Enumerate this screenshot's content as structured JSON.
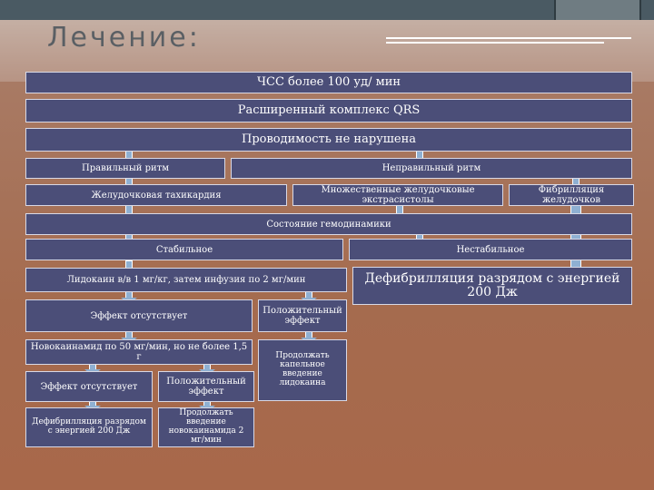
{
  "title": "Лечение:",
  "colors": {
    "box_fill": "#4b4e78",
    "box_border": "#d9d9e6",
    "arrow_fill": "#8fb0d2",
    "background": "#a56b4e",
    "header_bar": "#4a5a63"
  },
  "flowchart": {
    "hr": "ЧСС более 100 уд/ мин",
    "qrs": "Расширенный комплекс QRS",
    "conduction": "Проводимость не нарушена",
    "regular": "Правильный ритм",
    "irregular": "Неправильный ритм",
    "vt": "Желудочковая тахикардия",
    "pvc": "Множественные желудочковые экстрасистолы",
    "vf": "Фибрилляция желудочков",
    "hemo": "Состояние гемодинамики",
    "stable": "Стабильное",
    "unstable": "Нестабильное",
    "lidocaine": "Лидокаин в/в 1 мг/кг, затем инфузия по 2 мг/мин",
    "defib_main": "Дефибрилляция разрядом с энергией 200 Дж",
    "no_effect_1": "Эффект отсутствует",
    "pos_effect_1": "Положительный эффект",
    "novocainamide": "Новокаинамид по 50 мг/мин, но не более 1,5 г",
    "continue_lidocaine": "Продолжать капельное введение лидокаина",
    "no_effect_2": "Эффект отсутствует",
    "pos_effect_2": "Положительный эффект",
    "defib_small": "Дефибрилляция разрядом с энергией 200 Дж",
    "continue_novocainamide": "Продолжать введение новокаинамида 2 мг/мин"
  }
}
